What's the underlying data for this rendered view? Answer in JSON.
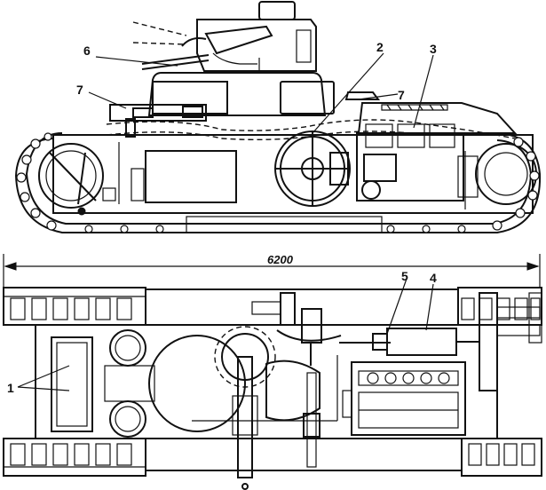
{
  "callouts": {
    "c1": "1",
    "c2": "2",
    "c3": "3",
    "c4": "4",
    "c5": "5",
    "c6": "6",
    "c7a": "7",
    "c7b": "7"
  },
  "dimension": {
    "overall_length": "6200"
  }
}
